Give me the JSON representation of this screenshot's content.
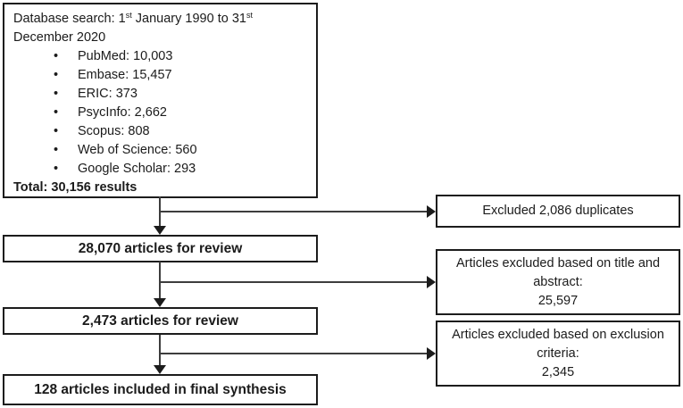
{
  "meta": {
    "background_color": "#ffffff",
    "box_border_color": "#1c1c1c",
    "line_color": "#3d3d3d",
    "bullet_glyph": "•"
  },
  "diagram": {
    "search_box": {
      "title_pre": "Database search: 1",
      "title_sup1": "st",
      "title_mid": " January 1990 to 31",
      "title_sup2": "st",
      "title_line2": "December 2020",
      "bullets": [
        "PubMed: 10,003",
        "Embase: 15,457",
        "ERIC: 373",
        "PsycInfo: 2,662",
        "Scopus: 808",
        "Web of Science: 560",
        "Google Scholar: 293"
      ],
      "total": "Total: 30,156 results"
    },
    "main_boxes": [
      {
        "label": "28,070 articles for review"
      },
      {
        "label": "2,473 articles for review"
      },
      {
        "label": "128 articles included in final synthesis"
      }
    ],
    "side_boxes": [
      {
        "lines": [
          "Excluded 2,086 duplicates",
          "",
          ""
        ]
      },
      {
        "lines": [
          "Articles excluded based on title and",
          "abstract:",
          "25,597"
        ]
      },
      {
        "lines": [
          "Articles excluded based on exclusion",
          "criteria:",
          "2,345"
        ]
      }
    ]
  }
}
